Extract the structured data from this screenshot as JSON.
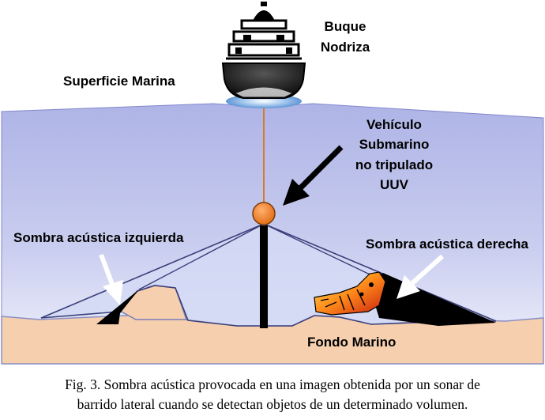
{
  "labels": {
    "ship_line1": "Buque",
    "ship_line2": "Nodriza",
    "surface": "Superficie Marina",
    "vehicle_line1": "Vehículo",
    "vehicle_line2": "Submarino",
    "vehicle_line3": "no tripulado",
    "vehicle_line4": "UUV",
    "shadow_left": "Sombra acústica izquierda",
    "shadow_right": "Sombra acústica derecha",
    "seabed": "Fondo Marino"
  },
  "caption": {
    "line1": "Fig. 3.  Sombra acústica provocada en una imagen obtenida por un sonar de",
    "line2": "barrido lateral cuando se detectan objetos de un determinado volumen."
  },
  "colors": {
    "water_top": "#aeb4e6",
    "water_bottom": "#f2f3fc",
    "seabed": "#f6cfae",
    "sonar_beam": "#d4d9f5",
    "shadow": "#000000",
    "tether": "#d97a2a",
    "vehicle": "#e8781e"
  }
}
